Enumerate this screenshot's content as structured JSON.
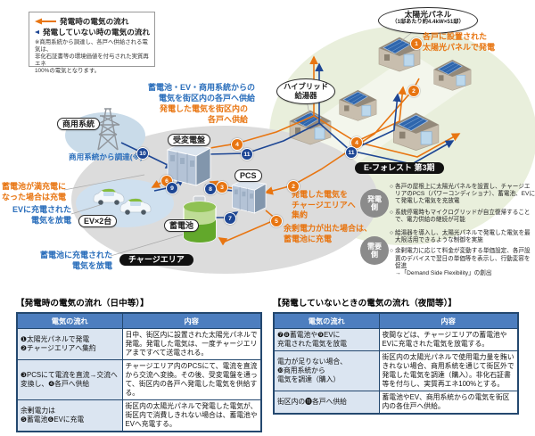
{
  "legend": {
    "generating_label": "発電時の電気の流れ",
    "not_generating_label": "発電していない時の電気の流れ",
    "note": "※商用系統から調達し、各戸へ供給される電気は、\n非化石証書等の環境価値を付与された実質再エネ\n100%の電気となります。"
  },
  "diagram": {
    "labels": {
      "solar_panel_title": "太陽光パネル",
      "solar_panel_sub": "（1邸あたり約4.4kW×51邸）",
      "hybrid_heater": "ハイブリッド\n給湯器",
      "grid": "商用系統",
      "substation": "受変電盤",
      "pcs": "PCS",
      "ev": "EV×2台",
      "battery": "蓄電池",
      "charge_area": "チャージエリア",
      "e_forest": "E-フォレスト 第3期"
    },
    "annotations": {
      "supply_from_storage": "蓄電池・EV・商用系統からの\n電気を街区内の各戸へ供給",
      "supply_generated": "発電した電気を街区内の\n各戸へ供給",
      "generate_each_house": "各戸に設置された\n太陽光パネルで発電",
      "procure_from_grid": "商用系統から調達(※)",
      "charge_when_full": "蓄電池が満充電に\nなった場合は充電",
      "ev_discharge": "EVに充電された\n電気を放電",
      "battery_discharge": "蓄電池に充電された\n電気を放電",
      "collect_to_charge_area": "発電した電気を\nチャージエリアへ\n集約",
      "surplus_charge": "余剰電力が出た場合は、\n蓄電池に充電"
    },
    "markers": [
      {
        "n": "1"
      },
      {
        "n": "2"
      },
      {
        "n": "2"
      },
      {
        "n": "3"
      },
      {
        "n": "4"
      },
      {
        "n": "4"
      },
      {
        "n": "5"
      },
      {
        "n": "6"
      },
      {
        "n": "7"
      },
      {
        "n": "8"
      },
      {
        "n": "9"
      },
      {
        "n": "10"
      },
      {
        "n": "11"
      },
      {
        "n": "11"
      }
    ],
    "side_notes": {
      "bullet": "○",
      "gen_label": "発電\n側",
      "gen_items": [
        "各戸の屋根上に太陽光パネルを設置し、チャージエリアのPCS（パワーコンディショナ）、蓄電池、EVにて発電した電気を充放電",
        "系統停電時もマイクログリッドが自立復帰することで、電力供給の継続が可能"
      ],
      "demand_label": "需要\n側",
      "demand_items": [
        "給湯器を導入し、太陽光パネルで発電した電気を最大限活用できるような制御を実施",
        "余剰電力に応じて料金が変動する単価設定、各戸設置のデバイスで翌日の単価等を表示し、行動変容を促進\n→「Demand Side Flexibility」の創出"
      ]
    }
  },
  "tables": [
    {
      "title": "【発電時の電気の流れ（日中等）】",
      "headers": [
        "電気の流れ",
        "内容"
      ],
      "rows": [
        [
          "❶太陽光パネルで発電\n❷チャージエリアへ集約",
          "日中、街区内に設置された太陽光パネルで発電。発電した電気は、一度チャージエリアまですべて送電される。"
        ],
        [
          "❸PCSにて電流を直流→交流へ\n変換し、❹各戸へ供給",
          "チャージエリア内のPCSにて、電流を直流から交流へ変換。その後、受変電盤を通って、街区内の各戸へ発電した電気を供給する。"
        ],
        [
          "余剰電力は\n❺蓄電池❻EVに充電",
          "街区内の太陽光パネルで発電した電気が、街区内で消費しきれない場合は、蓄電池やEVへ充電する。"
        ]
      ]
    },
    {
      "title": "【発電していないときの電気の流れ（夜間等）】",
      "headers": [
        "電気の流れ",
        "内容"
      ],
      "rows": [
        [
          "❼❽蓄電池や❾EVに\n充電された電気を放電",
          "夜間などは、チャージエリアの蓄電池やEVに充電された電気を放電する。"
        ],
        [
          "電力が足りない場合、\n❿商用系統から\n電気を調達（購入）",
          "街区内の太陽光パネルで使用電力量を賄いきれない場合、商用系統を通じて街区外で発電した電気を調達（購入）。非化石証書等を付与し、実質再エネ100%とする。"
        ],
        [
          "街区内の⓫各戸へ供給",
          "蓄電池やEV、商用系統からの電気を街区内の各住戸へ供給。"
        ]
      ]
    }
  ],
  "colors": {
    "flow_generating_orange": "#e87511",
    "flow_not_generating_blue": "#1d4694",
    "annotation_blue": "#2a6ebb",
    "table_header_bg": "#4d7ebf",
    "table_flow_col_bg": "#dbe5f1",
    "charge_area_ellipse": "#dcdcdc",
    "e_forest_ellipse": "#e9efdc",
    "grid_ellipse": "#c9dbe9"
  }
}
